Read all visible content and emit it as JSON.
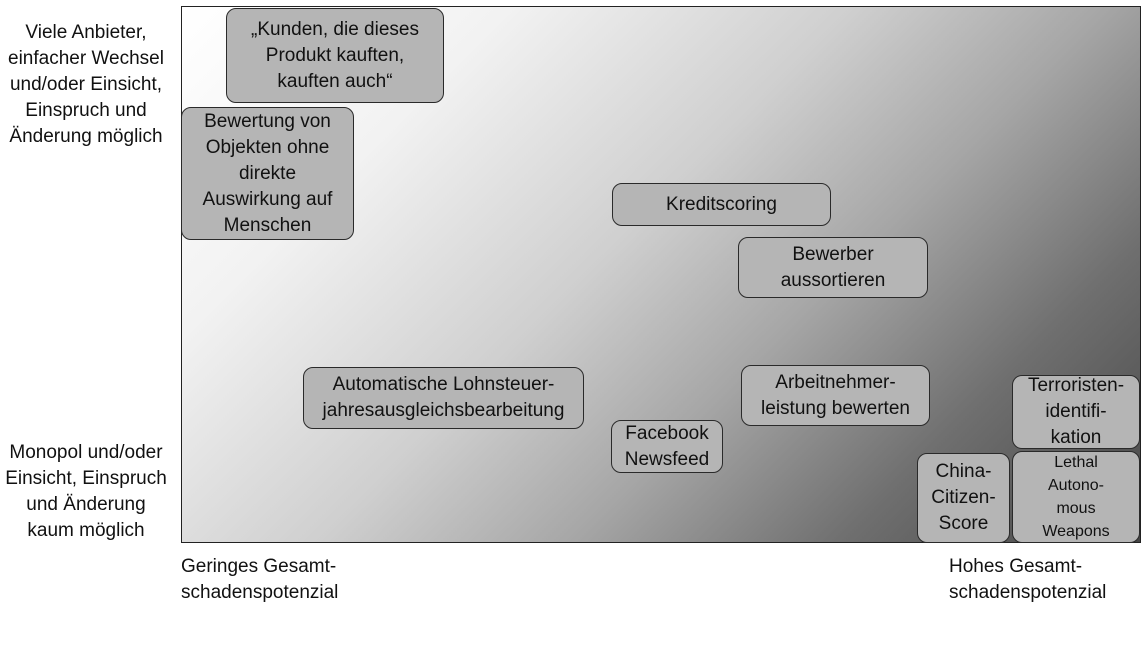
{
  "axes": {
    "y_top": "Viele Anbieter,\neinfacher Wechsel\nund/oder Einsicht,\nEinspruch und\nÄnderung möglich",
    "y_bottom": "Monopol und/oder\nEinsicht, Einspruch\nund Änderung\nkaum möglich",
    "x_left": "Geringes Gesamt-\nschadenspotenzial",
    "x_right": "Hohes Gesamt-\nschadenspotenzial"
  },
  "boxes": {
    "kunden": "„Kunden, die dieses\nProdukt kauften,\nkauften auch“",
    "bewertung_objekte": "Bewertung von\nObjekten ohne\ndirekte\nAuswirkung auf\nMenschen",
    "kreditscoring": "Kreditscoring",
    "bewerber": "Bewerber\naussortieren",
    "lohnsteuer": "Automatische Lohnsteuer-\njahresausgleichsbearbeitung",
    "arbeitnehmer": "Arbeitnehmer-\nleistung bewerten",
    "facebook": "Facebook\nNewsfeed",
    "terroristen": "Terroristen-\nidentifi-\nkation",
    "china": "China-\nCitizen-\nScore",
    "lethal": "Lethal\nAutono-\nmous\nWeapons"
  }
}
